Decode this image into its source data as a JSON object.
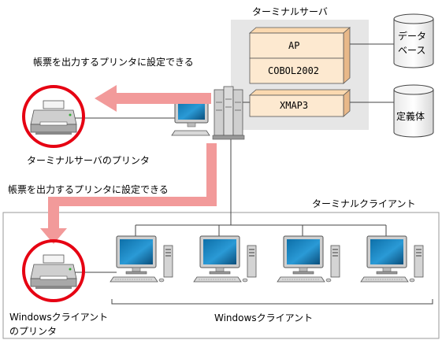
{
  "server": {
    "title": "ターミナルサーバ",
    "ap": "AP",
    "cobol": "COBOL2002",
    "xmap": "XMAP3"
  },
  "db": {
    "data_line1": "データ",
    "data_line2": "ベース",
    "definition": "定義体"
  },
  "labels": {
    "arrow_top": "帳票を出力するプリンタに設定できる",
    "arrow_mid": "帳票を出力するプリンタに設定できる",
    "server_printer": "ターミナルサーバのプリンタ",
    "client_area": "ターミナルクライアント",
    "win_printer_line1": "Windowsクライアント",
    "win_printer_line2": "のプリンタ",
    "win_clients": "Windowsクライアント"
  },
  "colors": {
    "arrow": "#f29a9a",
    "highlight_circle": "#e60012",
    "server_bg": "#e6e6e6",
    "component_fill": "#fde9d0"
  }
}
